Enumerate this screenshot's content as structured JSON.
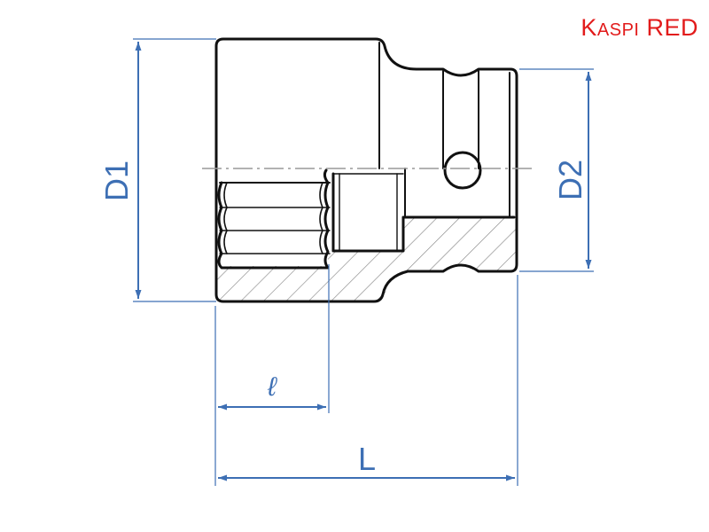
{
  "brand": {
    "initial": "K",
    "rest": "ASPI",
    "suffix": "RED"
  },
  "dimensions": {
    "d1": "D1",
    "d2": "D2",
    "length": "L",
    "socket_depth": "ℓ"
  },
  "colors": {
    "dimension": "#3d6fb4",
    "outline": "#111111",
    "hatch": "#888888",
    "centerline": "#999999",
    "brand": "#e21b1b"
  }
}
